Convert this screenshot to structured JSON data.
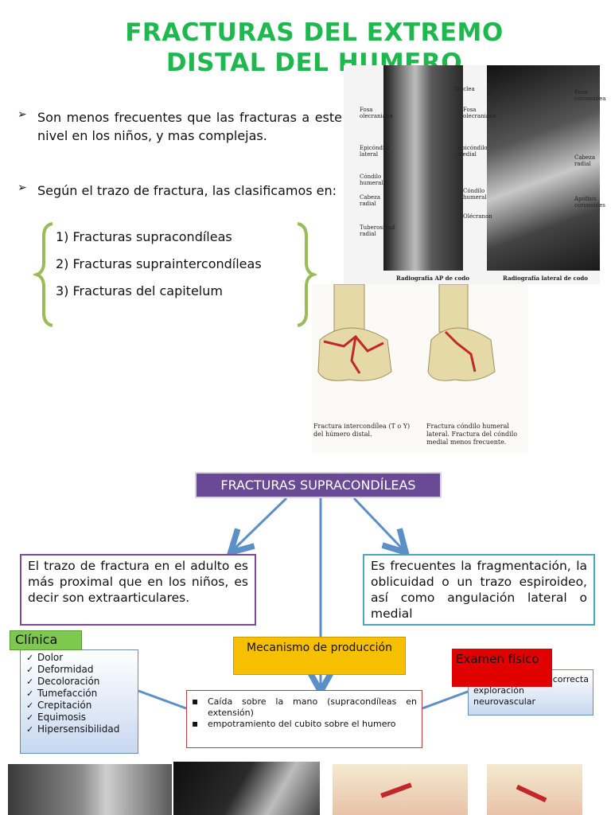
{
  "title": {
    "line1": "FRACTURAS DEL EXTREMO",
    "line2": "DISTAL  DEL HUMERO"
  },
  "intro": {
    "bullet1": "Son menos frecuentes que las fracturas a este nivel en los niños, y mas complejas.",
    "bullet2": "Según el trazo de fractura, las clasificamos en:",
    "list": [
      "1)  Fracturas supracondíleas",
      "2)  Fracturas supraintercondíleas",
      "3)  Fracturas del capitelum"
    ]
  },
  "xray_figure": {
    "ap_labels": [
      "Tróclea",
      "Fosa olecraniana",
      "Epicóndilo lateral",
      "Epicóndilo medial",
      "Cóndilo humeral",
      "Cabeza radial",
      "Tuberosidad radial"
    ],
    "lat_labels": [
      "Fosa olecraniana",
      "Fosa coronoidea",
      "Cabeza radial",
      "Cóndilo humeral",
      "Apófisis coronoides",
      "Olécranon"
    ],
    "ap_caption": "Radiografía AP de codo",
    "lat_caption": "Radiografía lateral de codo"
  },
  "bone_figure": {
    "caption_left": "Fractura intercondílea (T o Y) del húmero distal.",
    "caption_right": "Fractura cóndilo humeral lateral. Fractura del cóndilo medial menos frecuente."
  },
  "map": {
    "central": "FRACTURAS SUPRACONDÍLEAS",
    "left_box": "El trazo de fractura  en el adulto es más proximal que en los niños, es decir son extraarticulares.",
    "right_box": "Es frecuentes la fragmentación, la oblicuidad o un trazo espiroideo, así como angulación lateral o medial",
    "clinica": {
      "label": "Clínica",
      "items": [
        "Dolor",
        "Deformidad",
        "Decoloración",
        "Tumefacción",
        "Crepitación",
        "Equimosis",
        "Hipersensibilidad"
      ]
    },
    "mecanismo": {
      "label": "Mecanismo de producción",
      "items": [
        "Caída sobre la mano (supracondíleas en extensión)",
        "empotramiento del cubito sobre el humero"
      ]
    },
    "examen": {
      "label": "Examen físico",
      "text": "Hacer una correcta exploración neurovascular"
    }
  },
  "colors": {
    "title_green": "#1eb84e",
    "central_purple": "#6a4a96",
    "clinica_green": "#7ec850",
    "mecanismo_orange": "#f6c000",
    "examen_red": "#e00000",
    "arrow_blue": "#5b8fc7"
  }
}
